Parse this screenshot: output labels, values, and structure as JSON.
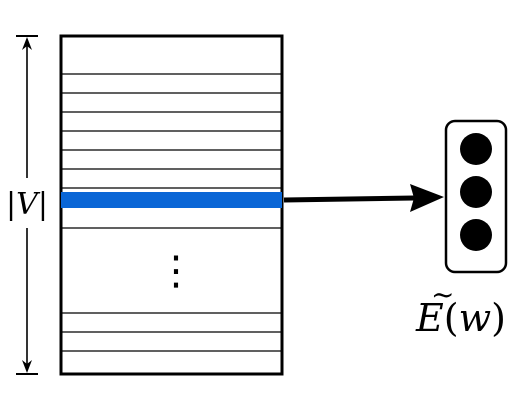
{
  "vocab_label": {
    "bar_left": "|",
    "symbol": "V",
    "bar_right": "|"
  },
  "vector_label": {
    "symbol": "E",
    "tilde": "~",
    "open_paren": "(",
    "argument": "w",
    "close_paren": ")"
  },
  "ellipsis": "⋮",
  "matrix": {
    "row_count_top": 8,
    "row_count_bottom": 3,
    "selected_row_color": "#0a66d6"
  },
  "vector": {
    "element_count": 3
  },
  "colors": {
    "stroke": "#000000",
    "selected_row": "#0a66d6",
    "dot": "#000000"
  }
}
